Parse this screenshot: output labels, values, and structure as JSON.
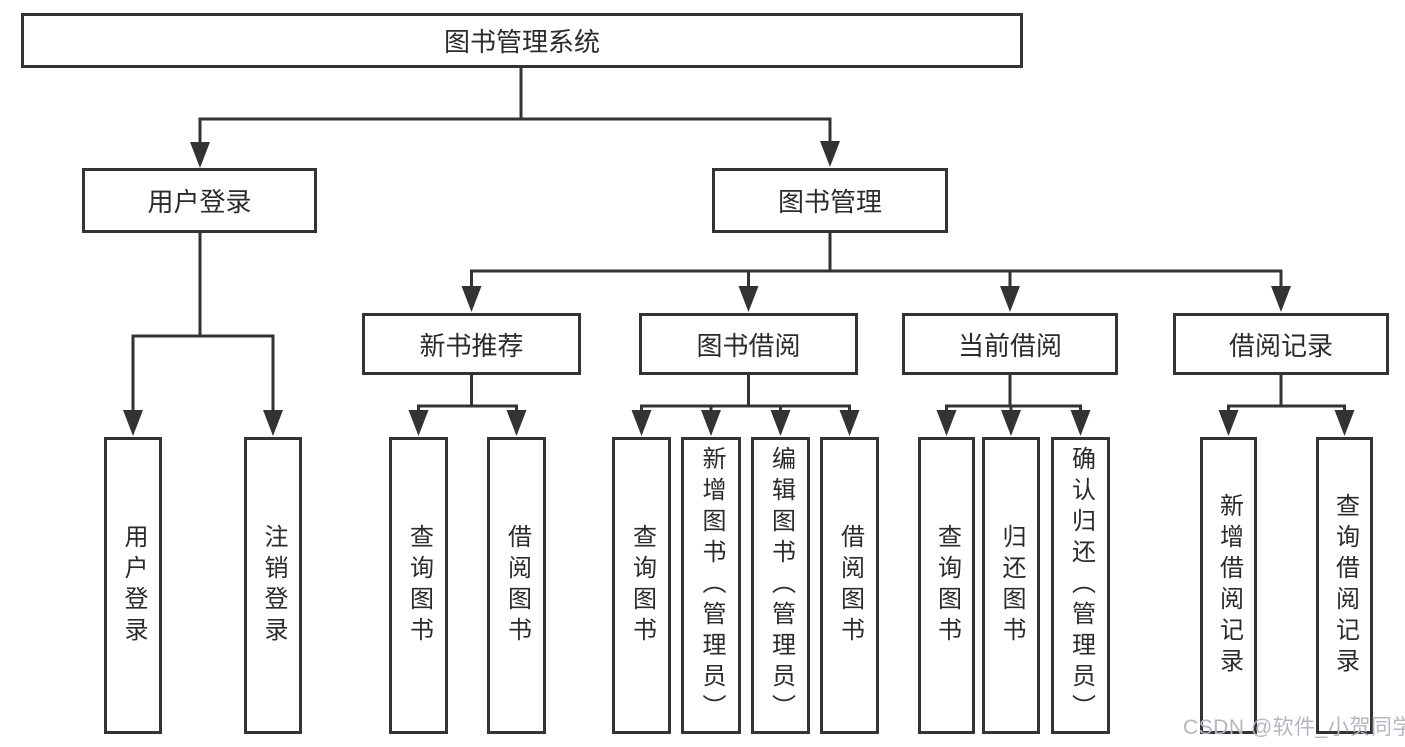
{
  "diagram": {
    "type": "tree",
    "root": {
      "label": "图书管理系统"
    },
    "level2": [
      {
        "label": "用户登录"
      },
      {
        "label": "图书管理"
      }
    ],
    "level3": [
      {
        "label": "新书推荐",
        "parent": "图书管理"
      },
      {
        "label": "图书借阅",
        "parent": "图书管理"
      },
      {
        "label": "当前借阅",
        "parent": "图书管理"
      },
      {
        "label": "借阅记录",
        "parent": "图书管理"
      }
    ],
    "leaves": [
      {
        "label": "用户登录",
        "parent": "用户登录"
      },
      {
        "label": "注销登录",
        "parent": "用户登录"
      },
      {
        "label": "查询图书",
        "parent": "新书推荐"
      },
      {
        "label": "借阅图书",
        "parent": "新书推荐"
      },
      {
        "label": "查询图书",
        "parent": "图书借阅"
      },
      {
        "label": "新增图书（管理员）",
        "parent": "图书借阅"
      },
      {
        "label": "编辑图书（管理员）",
        "parent": "图书借阅"
      },
      {
        "label": "借阅图书",
        "parent": "图书借阅"
      },
      {
        "label": "查询图书",
        "parent": "当前借阅"
      },
      {
        "label": "归还图书",
        "parent": "当前借阅"
      },
      {
        "label": "确认归还（管理员）",
        "parent": "当前借阅"
      },
      {
        "label": "新增借阅记录",
        "parent": "借阅记录"
      },
      {
        "label": "查询借阅记录",
        "parent": "借阅记录"
      }
    ]
  },
  "watermark": {
    "text": "CSDN @软件_小贺同学"
  },
  "colors": {
    "line": "#333333",
    "box_border": "#333333",
    "text": "#2b2b2b",
    "watermark": "#b3b7c0",
    "background": "#ffffff"
  }
}
